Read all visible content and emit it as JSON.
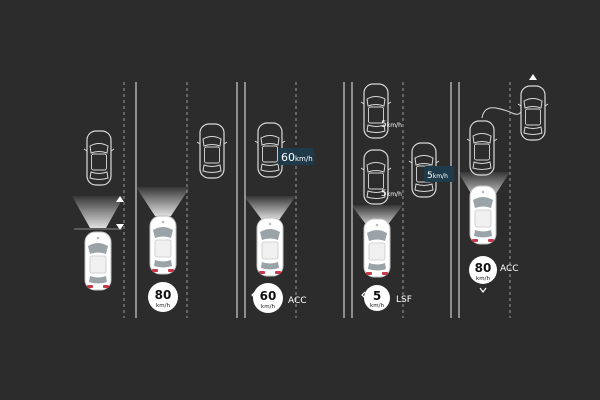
{
  "colors": {
    "background": "#2c2c2c",
    "lane_solid": "#cfcfcf",
    "lane_dashed": "#9a9a9a",
    "car_outline": "#d9d9d9",
    "ego_car": "#ffffff",
    "badge_bg": "#ffffff",
    "badge_text": "#111111",
    "tag_bg": "#1f3a4a",
    "label_text": "#ffffff",
    "tail_light": "#c43a4b"
  },
  "scenes": [
    {
      "id": "scene-1",
      "badge": null,
      "mode": null,
      "lead_speed": null
    },
    {
      "id": "scene-2",
      "badge": {
        "num": "80",
        "unit": "km/h"
      },
      "mode": null,
      "lead_speed": null
    },
    {
      "id": "scene-3",
      "badge": {
        "num": "60",
        "unit": "km/h"
      },
      "mode": "ACC",
      "lead_speed": {
        "num": "60",
        "unit": "km/h"
      }
    },
    {
      "id": "scene-4",
      "badge": {
        "num": "5",
        "unit": "km/h"
      },
      "mode": "LSF",
      "lead_speed": {
        "num": "5",
        "unit": "km/h"
      },
      "extra_speeds": [
        {
          "num": "5",
          "unit": "km/h"
        },
        {
          "num": "5",
          "unit": "km/h"
        }
      ]
    },
    {
      "id": "scene-5",
      "badge": {
        "num": "80",
        "unit": "km/h"
      },
      "mode": "ACC",
      "lead_speed": null
    }
  ]
}
